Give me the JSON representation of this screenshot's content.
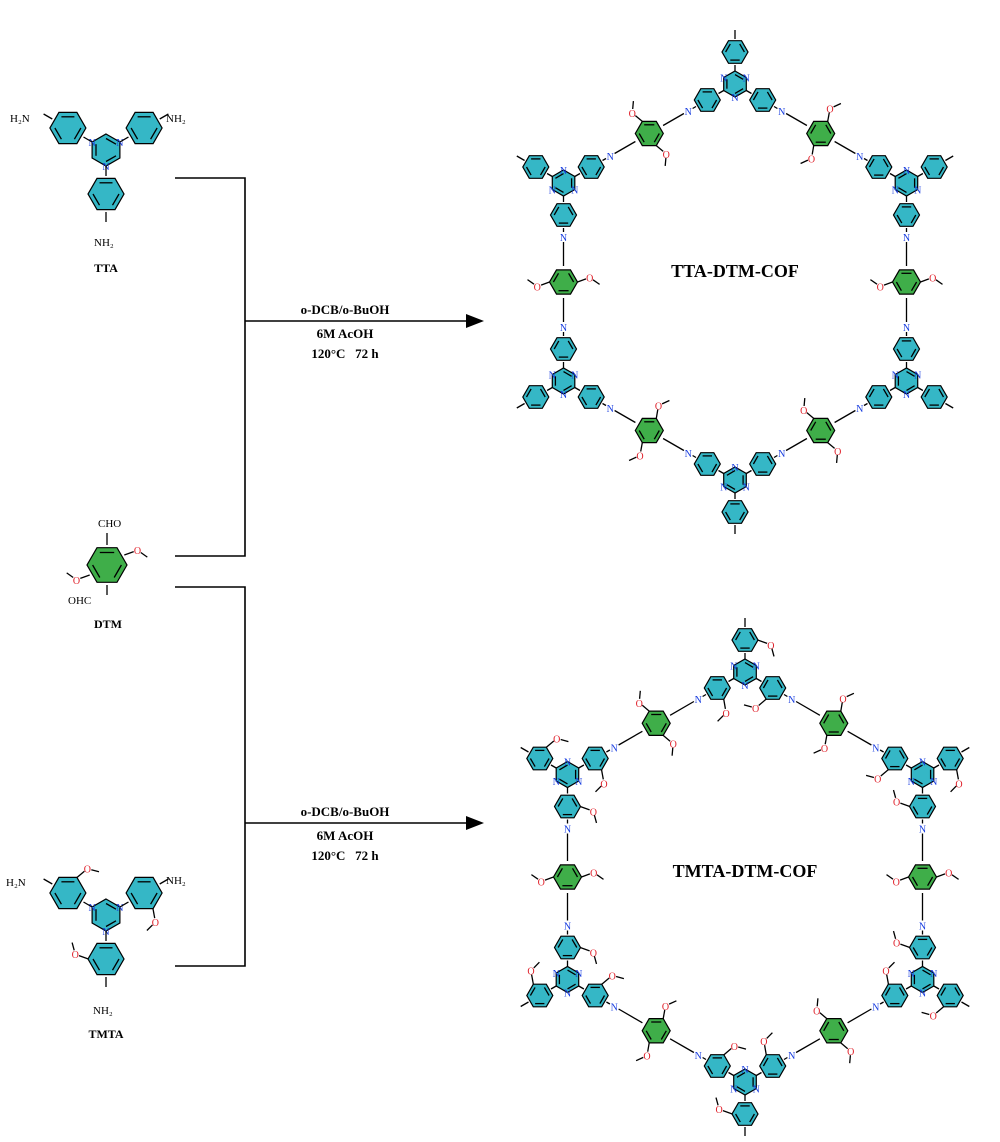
{
  "colors": {
    "benzene_fill": "#35b7c6",
    "triazine_fill": "#35b7c6",
    "dtm_ring_fill": "#3fae49",
    "nitrogen": "#1a3fe0",
    "oxygen": "#e0202a",
    "bond": "#000000"
  },
  "atoms": {
    "n": "N",
    "o": "O",
    "nh2": "NH₂"
  },
  "monomers": {
    "tta": {
      "name": "TTA",
      "formula_left": "H₂N",
      "formula_right": "NH₂",
      "formula_bottom": "NH₂"
    },
    "dtm": {
      "name": "DTM",
      "cho_top": "CHO",
      "ohc_bottom": "OHC"
    },
    "tmta": {
      "name": "TMTA",
      "formula_left": "H₂N",
      "formula_right": "NH₂",
      "formula_bottom": "NH₂"
    }
  },
  "reactions": [
    {
      "solvent": "o-DCB/o-BuOH",
      "catalyst": "6M AcOH",
      "conditions": "120°C   72 h"
    },
    {
      "solvent": "o-DCB/o-BuOH",
      "catalyst": "6M AcOH",
      "conditions": "120°C   72 h"
    }
  ],
  "products": {
    "top": {
      "name": "TTA-DTM-COF",
      "methoxy_on_amine": false
    },
    "bottom": {
      "name": "TMTA-DTM-COF",
      "methoxy_on_amine": true
    }
  }
}
